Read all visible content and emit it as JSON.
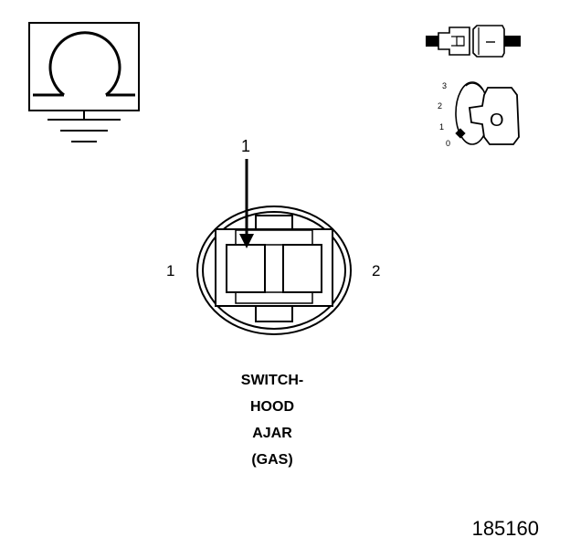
{
  "symbols": {
    "ohmmeter_icon": "ohm-symbol-icon",
    "ground_icon": "ground-icon",
    "connector_icon": "connector-plug-icon",
    "ignition_switch_icon": "ignition-key-icon"
  },
  "ignition_switch": {
    "positions": [
      "3",
      "2",
      "1",
      "0"
    ],
    "key_label": "O"
  },
  "connector": {
    "pointer_label": "1",
    "pin_labels": [
      "1",
      "2"
    ]
  },
  "title_lines": [
    "SWITCH-",
    "HOOD",
    "AJAR",
    "(GAS)"
  ],
  "figure_id": "185160",
  "colors": {
    "line": "#000000",
    "background": "#ffffff"
  }
}
